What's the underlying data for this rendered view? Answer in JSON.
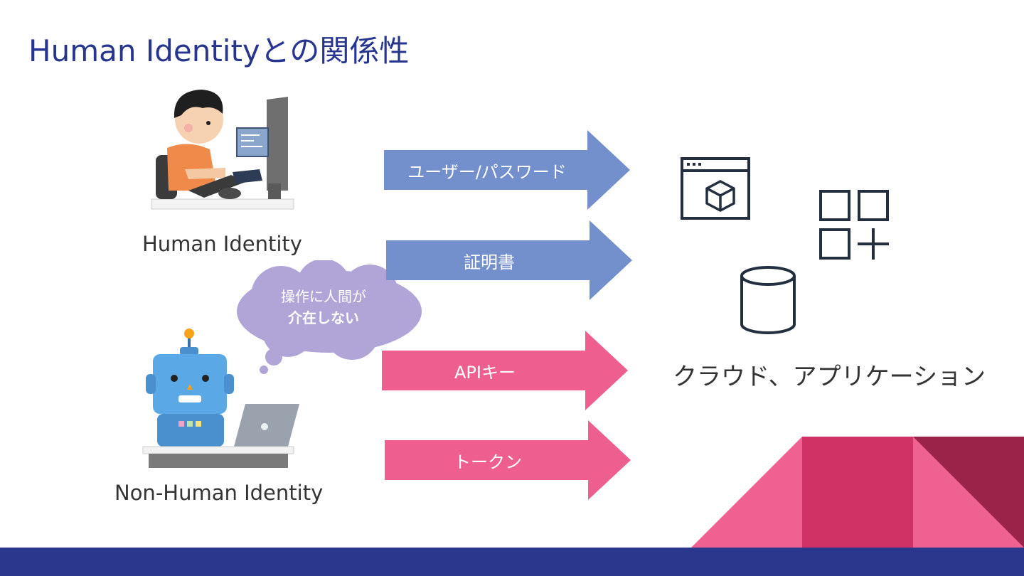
{
  "title": "Human Identityとの関係性",
  "human": {
    "label": "Human Identity"
  },
  "nonhuman": {
    "label": "Non-Human Identity"
  },
  "cloud": {
    "line1": "操作に人間が",
    "line2": "介在しない"
  },
  "arrows": [
    {
      "label": "ユーザー/パスワード",
      "color": "#7490cc"
    },
    {
      "label": "証明書",
      "color": "#7490cc"
    },
    {
      "label": "APIキー",
      "color": "#ee5f8f"
    },
    {
      "label": "トークン",
      "color": "#ee5f8f"
    }
  ],
  "apps": {
    "label": "クラウド、アプリケーション",
    "icons": [
      "application-window-icon",
      "apps-grid-add-icon",
      "database-icon"
    ]
  },
  "colors": {
    "title": "#27358f",
    "bar": "#2a378d",
    "accent_pink": "#ef6190",
    "accent_magenta": "#d03266",
    "accent_dark": "#9b2249",
    "cloud": "#b1a4d6"
  }
}
